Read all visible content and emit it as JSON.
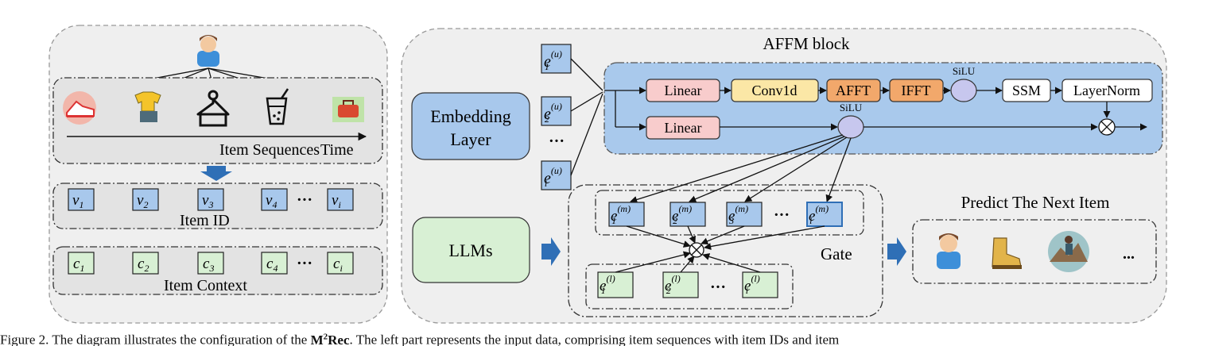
{
  "left_panel": {
    "item_sequences_label": "Item Sequences",
    "time_label": "Time",
    "item_ids": [
      "v",
      "v",
      "v",
      "v",
      "v"
    ],
    "item_id_subs": [
      "1",
      "2",
      "3",
      "4",
      "i"
    ],
    "item_id_label": "Item ID",
    "item_contexts": [
      "c",
      "c",
      "c",
      "c",
      "c"
    ],
    "item_context_subs": [
      "1",
      "2",
      "3",
      "4",
      "i"
    ],
    "item_context_label": "Item Context",
    "ellipsis": "···"
  },
  "right_panel": {
    "block_title": "AFFM block",
    "embedding_layer": [
      "Embedding",
      "Layer"
    ],
    "llms": "LLMs",
    "user_embeddings": {
      "base": "e",
      "sup": "(u)",
      "subs": [
        "1",
        "2",
        "i"
      ]
    },
    "upper_row": [
      "Linear",
      "Conv1d",
      "AFFT",
      "IFFT",
      "SSM",
      "LayerNorm"
    ],
    "lower_linear": "Linear",
    "silu": "SiLU",
    "m_embeddings": {
      "base": "e",
      "sup": "(m)",
      "subs": [
        "1",
        "2",
        "3",
        "i"
      ]
    },
    "l_embeddings": {
      "base": "e",
      "sup": "(l)",
      "subs": [
        "1",
        "2",
        "i"
      ]
    },
    "gate": "Gate",
    "predict_title": "Predict The Next Item",
    "ellipsis": "···",
    "predict_ellipsis": "..."
  },
  "caption": {
    "prefix": "Figure 2.  The diagram illustrates the configuration of the ",
    "model": "M",
    "model_sup": "2",
    "model_suffix": "Rec",
    "rest": ". The left part represents the input data, comprising item sequences with item IDs and item"
  },
  "colors": {
    "blue_box": "#a8c8ec",
    "green_box": "#d8f0d4",
    "affm_bg": "#a9c9ec",
    "linear": "#f8cccc",
    "conv1d": "#fbe7a6",
    "afft": "#f2a86b",
    "panel_bg": "#efefef"
  }
}
